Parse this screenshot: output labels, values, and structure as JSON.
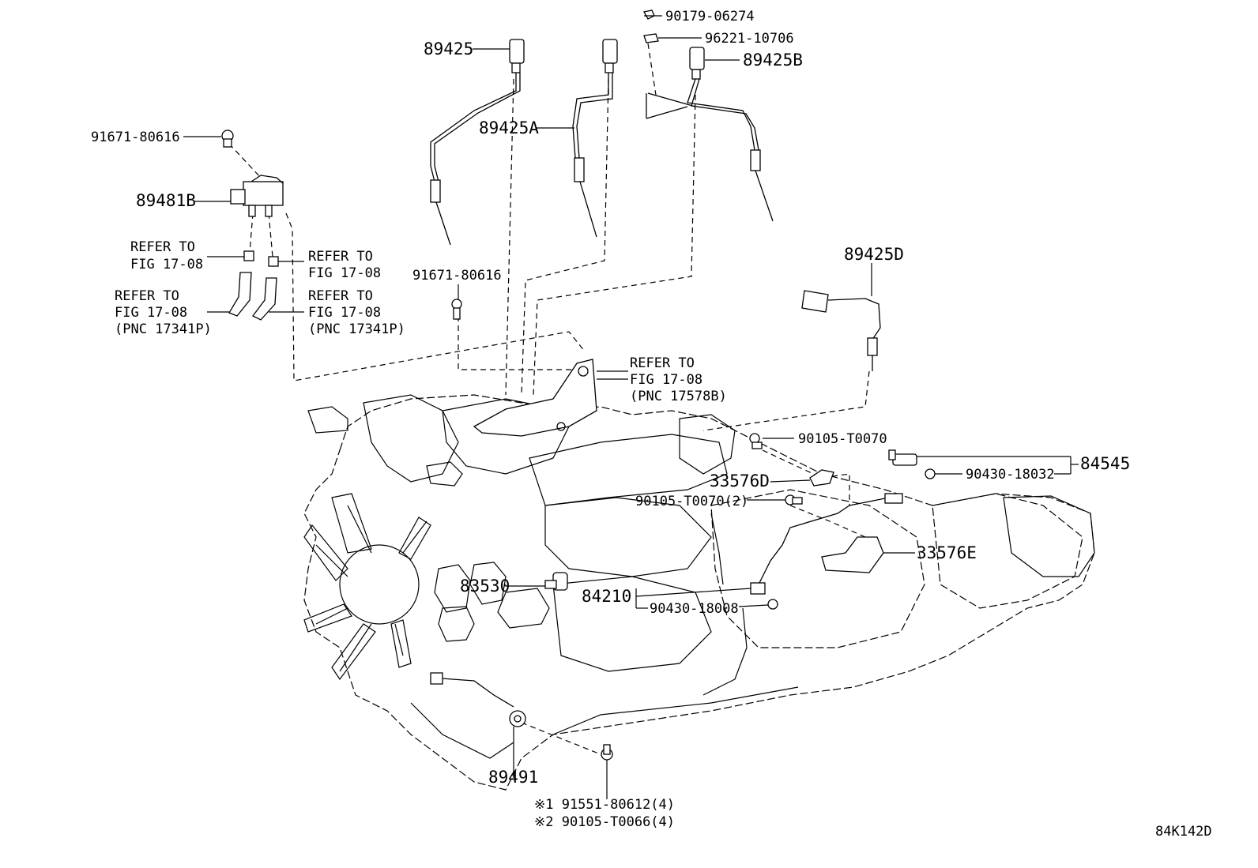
{
  "labels": {
    "p90179": "90179-06274",
    "p96221": "96221-10706",
    "p89425B": "89425B",
    "p89425": "89425",
    "p89425A": "89425A",
    "p91671a": "91671-80616",
    "p89481B": "89481B",
    "p91671b": "91671-80616",
    "p89425D": "89425D",
    "p90105a": "90105-T0070",
    "p84545": "84545",
    "p90430a": "90430-18032",
    "p33576D": "33576D",
    "p90105b": "90105-T0070(2)",
    "p33576E": "33576E",
    "p83530": "83530",
    "p84210": "84210",
    "p90430b": "90430-18008",
    "p89491": "89491",
    "note1": "※1 91551-80612(4)",
    "note2": "※2 90105-T0066(4)",
    "code": "84K142D"
  },
  "refs": {
    "r1a": "REFER TO",
    "r1b": "FIG 17-08",
    "r2a": "REFER TO",
    "r2b": "FIG 17-08",
    "r3a": "REFER TO",
    "r3b": "FIG 17-08",
    "r3c": "(PNC 17341P)",
    "r4a": "REFER TO",
    "r4b": "FIG 17-08",
    "r4c": "(PNC 17341P)",
    "r5a": "REFER TO",
    "r5b": "FIG 17-08",
    "r5c": "(PNC 17578B)"
  }
}
